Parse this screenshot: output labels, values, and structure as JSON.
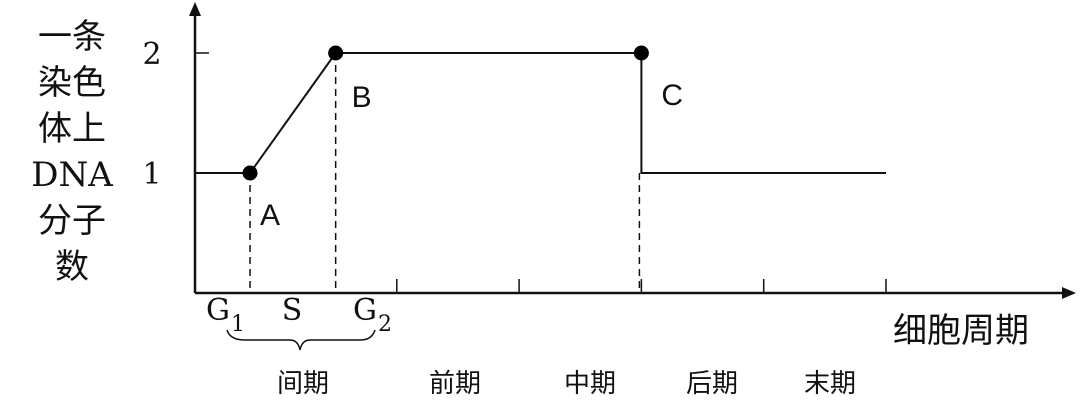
{
  "chart_data": {
    "type": "line",
    "title": "",
    "ylabel_lines": [
      "一条",
      "染色",
      "体上",
      "DNA",
      "分子",
      "数"
    ],
    "xlabel": "细胞周期",
    "ylim": [
      0,
      2.4
    ],
    "xlim": [
      0,
      11.3
    ],
    "y_ticks": [
      {
        "value": 1,
        "label": "1"
      },
      {
        "value": 2,
        "label": "2"
      }
    ],
    "x_phase_boundaries": [
      3.3,
      5.3,
      7.3,
      9.3,
      11.3
    ],
    "series": [
      {
        "name": "DNA",
        "segments": [
          [
            [
              0,
              1
            ],
            [
              0.9,
              1
            ],
            [
              2.3,
              2
            ],
            [
              7.3,
              2
            ],
            [
              7.3,
              1
            ],
            [
              11.3,
              1
            ]
          ]
        ]
      }
    ],
    "points": [
      {
        "label": "A",
        "x": 0.9,
        "y": 1
      },
      {
        "label": "B",
        "x": 2.3,
        "y": 2
      },
      {
        "label": "C",
        "x": 7.3,
        "y": 2
      }
    ],
    "dashed_drops": [
      0.9,
      2.3,
      7.3
    ],
    "interphase_subphases": [
      {
        "label": "G",
        "sub": "1"
      },
      {
        "label": "S",
        "sub": ""
      },
      {
        "label": "G",
        "sub": "2"
      }
    ],
    "phases": [
      "间期",
      "前期",
      "中期",
      "后期",
      "末期"
    ]
  }
}
